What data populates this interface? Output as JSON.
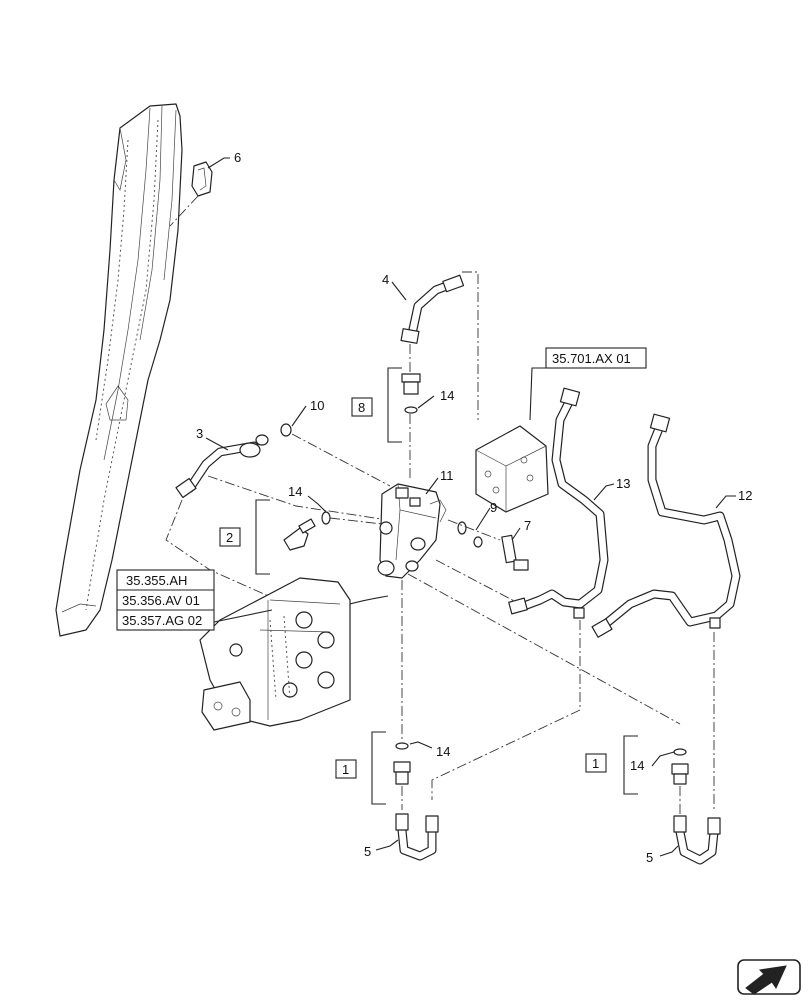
{
  "callouts": [
    "1",
    "2",
    "3",
    "4",
    "5",
    "6",
    "7",
    "8",
    "9",
    "10",
    "11",
    "12",
    "13",
    "14"
  ],
  "references": [
    "35.355.AH",
    "35.356.AV 01",
    "35.357.AG 02",
    "35.701.AX 01"
  ],
  "icons": {
    "corner": "arrow-icon"
  },
  "colors": {
    "line": "#222222",
    "background": "#ffffff"
  }
}
